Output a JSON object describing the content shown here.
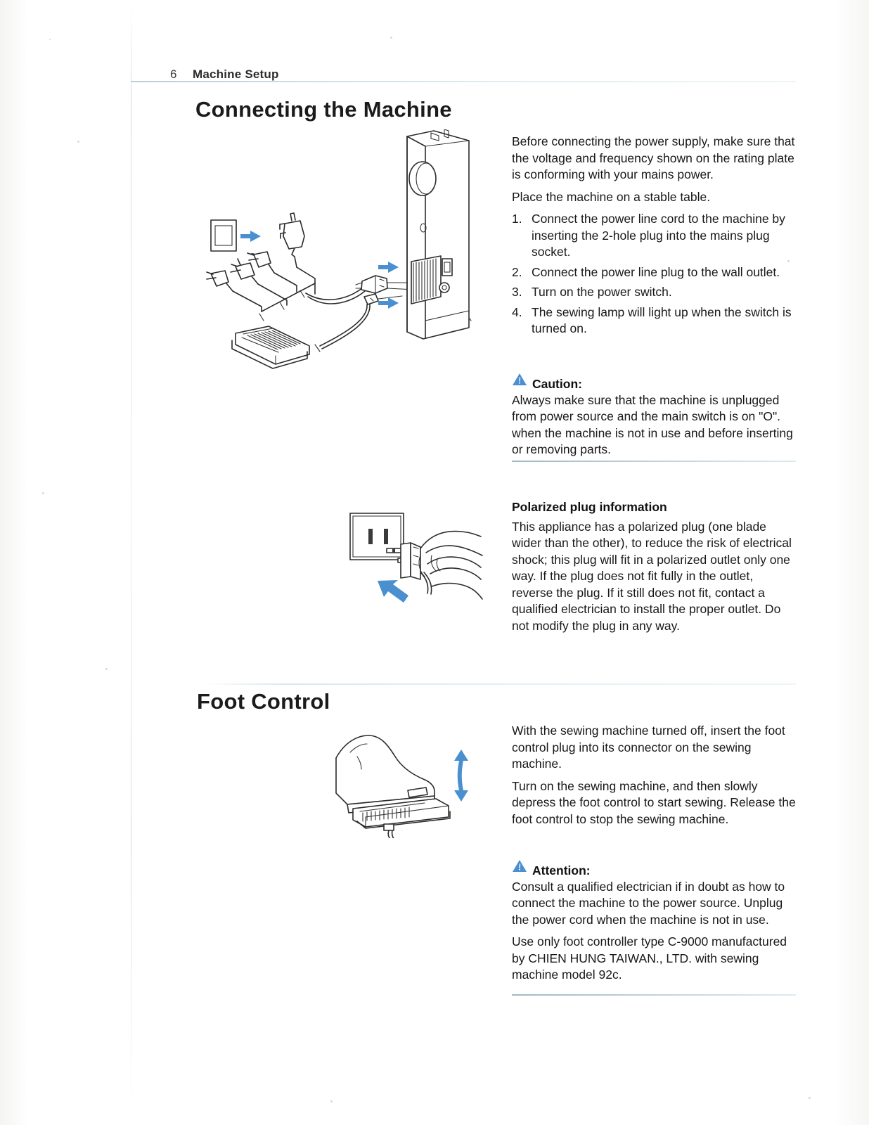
{
  "header": {
    "page_number": "6",
    "title": "Machine Setup"
  },
  "colors": {
    "arrow_blue": "#4a8fd0",
    "rule_blue": "#b9cdd6",
    "text": "#181818"
  },
  "sections": [
    {
      "id": "connecting",
      "title": "Connecting the Machine",
      "figure_name": "machine-power-connection-diagram",
      "paragraphs": [
        "Before connecting the power supply, make sure that the voltage and frequency shown on the rating plate is conforming with your mains power.",
        "Place the machine on a stable table."
      ],
      "steps": [
        {
          "num": "1.",
          "text": "Connect the power line cord to the machine by inserting the 2-hole plug into the mains plug socket."
        },
        {
          "num": "2.",
          "text": "Connect the power line plug to the wall outlet."
        },
        {
          "num": "3.",
          "text": "Turn on the power switch."
        },
        {
          "num": "4.",
          "text": "The sewing lamp will light up when the switch is turned on."
        }
      ],
      "notice": {
        "icon": "warning-triangle-icon",
        "label": "Caution:",
        "body": "Always make sure that the machine is unplugged from power source and the main switch is on \"O\". when the machine is not in use and before inserting or removing parts."
      }
    },
    {
      "id": "polarized",
      "figure_name": "polarized-plug-outlet-diagram",
      "heading": "Polarized plug information",
      "body": "This appliance has a polarized plug (one blade wider than the other), to reduce the risk of electrical shock; this plug will fit in a polarized outlet only one way. If the plug does not fit fully in the outlet, reverse the plug. If it still does not fit, contact a qualified electrician to install the proper outlet.  Do not modify the plug in any way."
    },
    {
      "id": "foot-control",
      "title": "Foot Control",
      "figure_name": "foot-on-pedal-diagram",
      "paragraphs": [
        "With the sewing machine turned off, insert the foot control plug into its connector on the sewing machine.",
        "Turn on the sewing machine, and then slowly depress the foot control to start sewing. Release the foot control to stop the sewing machine."
      ],
      "notice": {
        "icon": "warning-triangle-icon",
        "label": "Attention:",
        "body": "Consult a qualified electrician if in doubt as how to connect the machine to the power source. Unplug the power cord when the machine is not in use."
      },
      "footnote": "Use only foot controller type C-9000 manufactured by CHIEN HUNG TAIWAN., LTD. with sewing machine model 92c."
    }
  ]
}
